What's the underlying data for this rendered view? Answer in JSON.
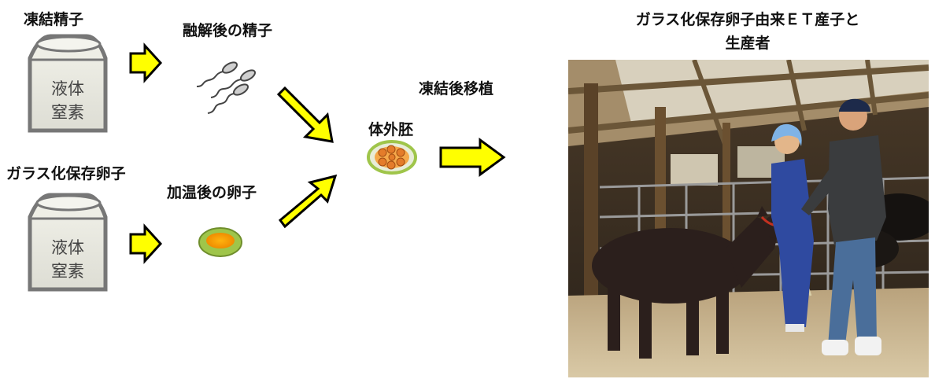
{
  "labels": {
    "frozen_sperm": "凍結精子",
    "thawed_sperm": "融解後の精子",
    "vitrified_egg": "ガラス化保存卵子",
    "warmed_egg": "加温後の卵子",
    "ivf_embryo": "体外胚",
    "transfer": "凍結後移植",
    "photo_title_line1": "ガラス化保存卵子由来ＥＴ産子と",
    "photo_title_line2": "生産者"
  },
  "tanks": [
    {
      "line1": "液体",
      "line2": "窒素"
    },
    {
      "line1": "液体",
      "line2": "窒素"
    }
  ],
  "colors": {
    "arrow_fill": "#ffff00",
    "arrow_stroke": "#000000",
    "tank_fill": "#e8e8e0",
    "tank_stroke": "#777777",
    "egg_fill": "#f5a10a",
    "egg_ring": "#9fc54a"
  },
  "icons": {
    "tank": "liquid-nitrogen-tank-icon",
    "sperm": "sperm-icon",
    "egg": "egg-icon",
    "embryo": "embryo-icon",
    "photo": "calf-and-farmers-photo"
  }
}
